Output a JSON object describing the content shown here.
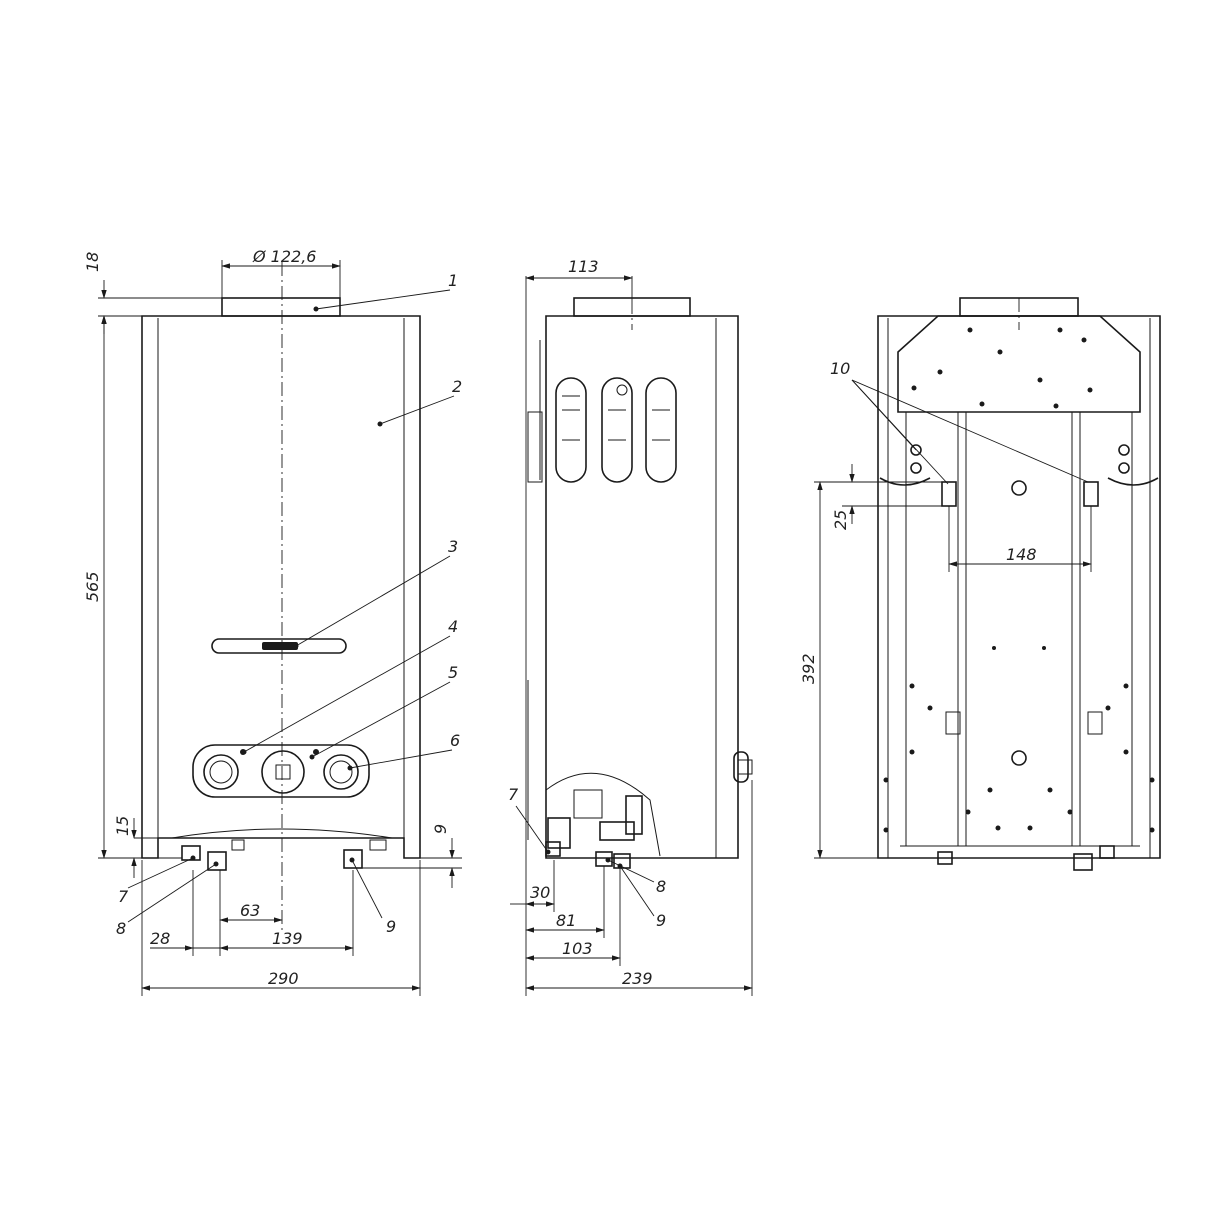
{
  "front_view": {
    "dims": {
      "pipe_diameter": "Ø 122,6",
      "top_offset": "18",
      "height": "565",
      "bottom_offset_left": "15",
      "bottom_offset_right": "9",
      "left_pipe_offset": "28",
      "center_pipe_offset": "63",
      "pipe_spacing": "139",
      "width": "290"
    },
    "callouts": [
      "1",
      "2",
      "3",
      "4",
      "5",
      "6",
      "7",
      "8",
      "9"
    ]
  },
  "side_view": {
    "dims": {
      "top_depth": "113",
      "pipe_30": "30",
      "pipe_81": "81",
      "pipe_103": "103",
      "depth": "239"
    },
    "callouts": [
      "7",
      "8",
      "9"
    ]
  },
  "rear_view": {
    "dims": {
      "mount_slot_height": "25",
      "mount_spacing": "148",
      "mount_height": "392"
    },
    "callouts": [
      "10"
    ]
  },
  "colors": {
    "line": "#1a1a1a",
    "background": "#ffffff"
  }
}
